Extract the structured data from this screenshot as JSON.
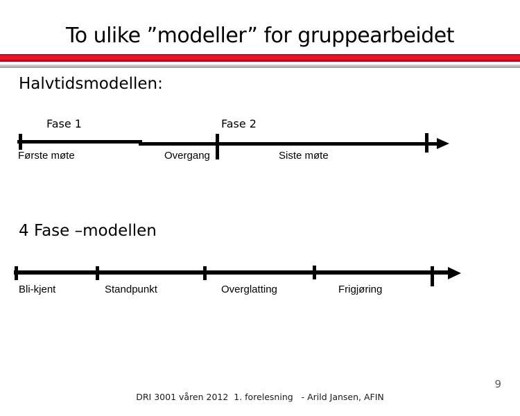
{
  "title": "To ulike ”modeller” for gruppearbeidet",
  "halftime_model": {
    "heading": "Halvtidsmodellen:",
    "phases": [
      "Fase 1",
      "Fase 2"
    ],
    "milestones": [
      "Første møte",
      "Overgang",
      "Siste møte"
    ]
  },
  "four_phase_model": {
    "heading": "4 Fase –modellen",
    "milestones": [
      "Bli-kjent",
      "Standpunkt",
      "Overglatting",
      "Frigjøring"
    ]
  },
  "footer": "DRI 3001 våren 2012  1. forelesning   - Arild Jansen, AFIN",
  "page_number": "9",
  "colors": {
    "title_text": "#000000",
    "accent_red": "#f01428",
    "accent_red_dark": "#6d0d16",
    "accent_silver": "#bdbdbd",
    "diagram_ink": "#000000",
    "footer_text": "#1a1a1a",
    "page_number": "#595959"
  }
}
